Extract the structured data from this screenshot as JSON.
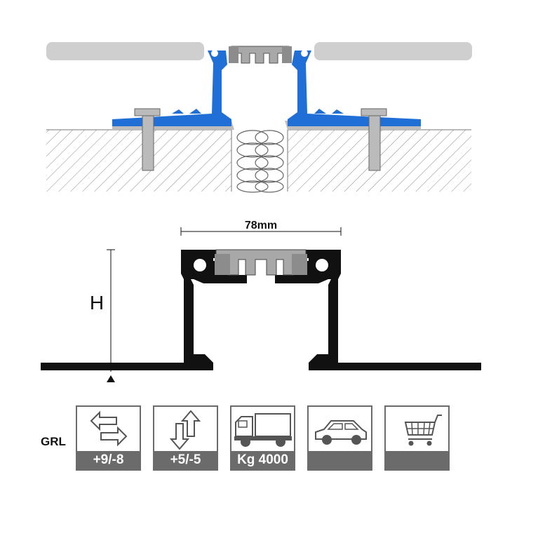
{
  "diagram": {
    "dimension_label": "78mm",
    "height_label": "H"
  },
  "ratings": {
    "series_label": "GRL",
    "tiles": [
      {
        "icon": "horizontal-movement-arrows-icon",
        "value": "+9/-8"
      },
      {
        "icon": "vertical-movement-arrows-icon",
        "value": "+5/-5"
      },
      {
        "icon": "truck-icon",
        "value": "Kg 4000"
      },
      {
        "icon": "car-icon",
        "value": ""
      },
      {
        "icon": "shopping-cart-icon",
        "value": ""
      }
    ]
  },
  "colors": {
    "profile_blue": "#1f6fd6",
    "rubber_gray": "#a8a8a8",
    "floor_gray": "#cfcfcf",
    "tile_gray": "#6b6b6b"
  }
}
